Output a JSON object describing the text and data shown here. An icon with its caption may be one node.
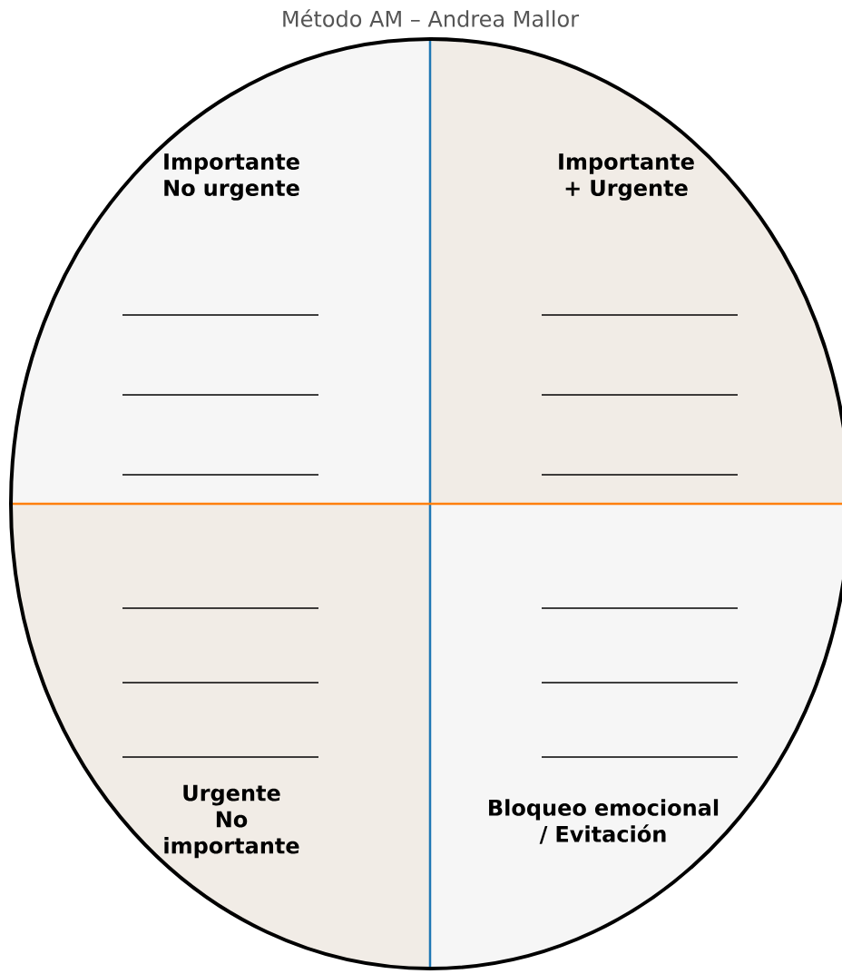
{
  "diagram": {
    "title": "Método AM – Andrea Mallor",
    "nodes": [
      {
        "text": [
          "Importante No urgente"
        ]
      },
      {
        "text": [
          "Importante + Urgente"
        ]
      },
      {
        "text": [
          "Urgente No importante"
        ]
      },
      {
        "text": [
          "Bloqueo emocional / Evitación"
        ]
      }
    ]
  }
}
